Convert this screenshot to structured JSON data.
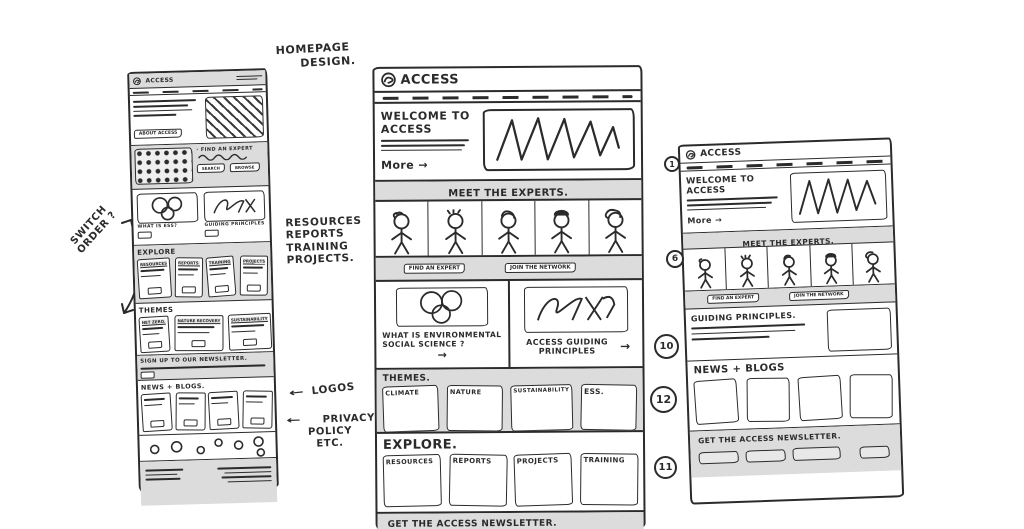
{
  "colors": {
    "ink": "#2b2b2b",
    "shade": "#dcdcdc",
    "paper": "#ffffff"
  },
  "brand": "ACCESS",
  "annotations": {
    "homepage_l1": "HOMEPAGE",
    "homepage_l2": "DESIGN.",
    "switch_order": "SWITCH ORDER ?",
    "section_list": [
      "RESOURCES",
      "REPORTS",
      "TRAINING",
      "PROJECTS."
    ],
    "logos": "LOGOS",
    "privacy_lines": [
      "PRIVACY",
      "POLICY",
      "ETC."
    ],
    "left_arrow": "←"
  },
  "left_wireframe": {
    "about_button": "ABOUT ACCESS",
    "find_expert_label": "· FIND AN EXPERT",
    "search_button": "SEARCH",
    "browse_button": "BROWSE",
    "what_is_ess_label": "WHAT IS ESS?",
    "guiding_label": "GUIDING PRINCIPLES",
    "explore_title": "EXPLORE",
    "explore_cards": [
      "RESOURCES",
      "REPORTS",
      "TRAINING",
      "PROJECTS"
    ],
    "themes_title": "THEMES",
    "themes_cards": [
      "NET ZERO.",
      "NATURE RECOVERY",
      "SUSTAINABILITY"
    ],
    "newsletter_label": "SIGN UP TO OUR NEWSLETTER.",
    "news_title": "NEWS + BLOGS."
  },
  "middle_wireframe": {
    "welcome_title": "WELCOME TO ACCESS",
    "more_link": "More →",
    "experts_title": "MEET THE EXPERTS.",
    "find_expert_button": "FIND AN EXPERT",
    "join_network_button": "JOIN THE NETWORK",
    "what_is_caption": "WHAT IS ENVIRONMENTAL SOCIAL SCIENCE ?",
    "guiding_caption": "ACCESS GUIDING PRINCIPLES",
    "arrow": "→",
    "themes_title": "THEMES.",
    "themes_cards": [
      "CLIMATE",
      "NATURE",
      "SUSTAINABILITY",
      "ESS."
    ],
    "explore_title": "EXPLORE.",
    "explore_cards": [
      "RESOURCES",
      "REPORTS",
      "PROJECTS",
      "TRAINING"
    ],
    "newsletter_label": "GET THE ACCESS NEWSLETTER."
  },
  "right_wireframe": {
    "welcome_title": "WELCOME TO ACCESS",
    "more_link": "More →",
    "experts_title": "MEET THE EXPERTS.",
    "find_expert_button": "FIND AN EXPERT",
    "join_network_button": "JOIN THE NETWORK",
    "guiding_title": "GUIDING PRINCIPLES.",
    "news_title": "NEWS + BLOGS",
    "newsletter_label": "GET THE ACCESS NEWSLETTER.",
    "section_numbers": [
      "1",
      "6",
      "10",
      "12",
      "11"
    ]
  }
}
